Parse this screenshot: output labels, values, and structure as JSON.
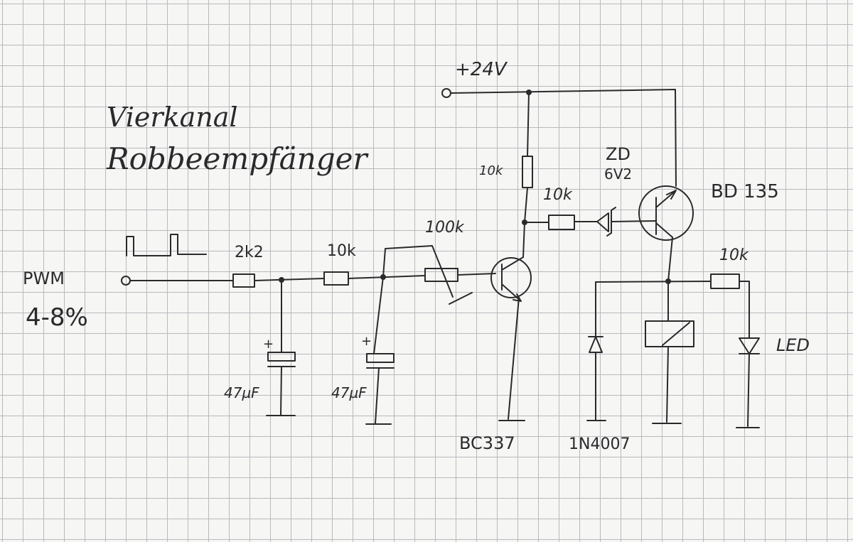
{
  "title": {
    "line1": "Vierkanal",
    "line2": "Robbeempfänger"
  },
  "labels": {
    "supply": "+24V",
    "input": "PWM",
    "input_range": "4-8%",
    "r_2k2": "2k2",
    "r_10k_a": "10k",
    "r_100k": "100k",
    "r_10k_collector": "10k",
    "r_10k_base": "10k",
    "zener": "ZD",
    "zener_value": "6V2",
    "bd135": "BD 135",
    "r_10k_led": "10k",
    "cap1": "47µF",
    "cap2": "47µF",
    "bc337": "BC337",
    "diode": "1N4007",
    "led": "LED"
  }
}
